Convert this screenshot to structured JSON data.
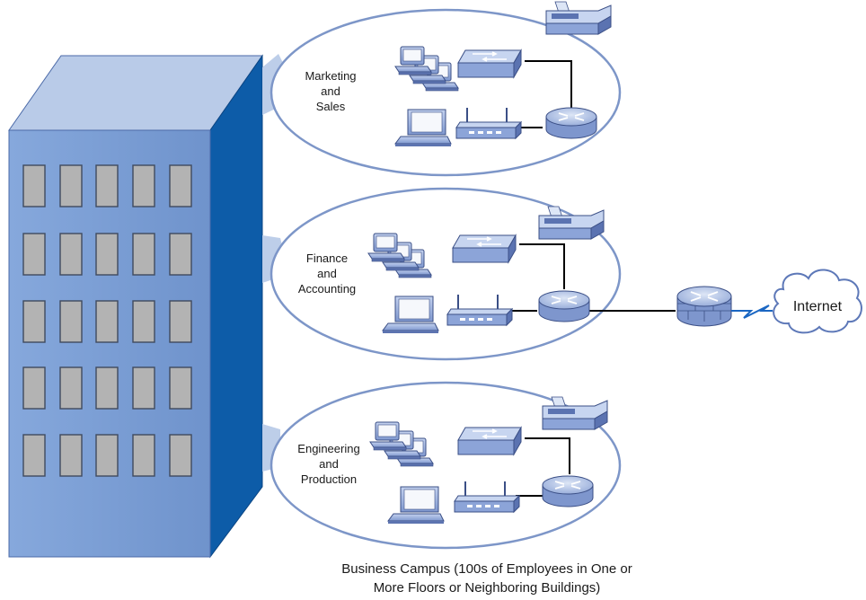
{
  "departments": [
    {
      "label_lines": [
        "Marketing",
        "and",
        "Sales"
      ]
    },
    {
      "label_lines": [
        "Finance",
        "and",
        "Accounting"
      ]
    },
    {
      "label_lines": [
        "Engineering",
        "and",
        "Production"
      ]
    }
  ],
  "internet_label": "Internet",
  "caption_lines": [
    "Business Campus (100s of Employees in One or",
    "More Floors or Neighboring Buildings)"
  ],
  "colors": {
    "building_front": "#7a9fd4",
    "building_side": "#0d5ca8",
    "building_top": "#b9cbe8",
    "window": "#b3b3b3",
    "ellipse_stroke": "#7d96c8",
    "device_blue": "#8fa6d9",
    "link": "#000000",
    "serial_link": "#1a66c2"
  },
  "icons": [
    "building-icon",
    "workstation-icon",
    "laptop-icon",
    "switch-icon",
    "wireless-ap-icon",
    "router-icon",
    "printer-icon",
    "firewall-icon",
    "cloud-icon"
  ]
}
